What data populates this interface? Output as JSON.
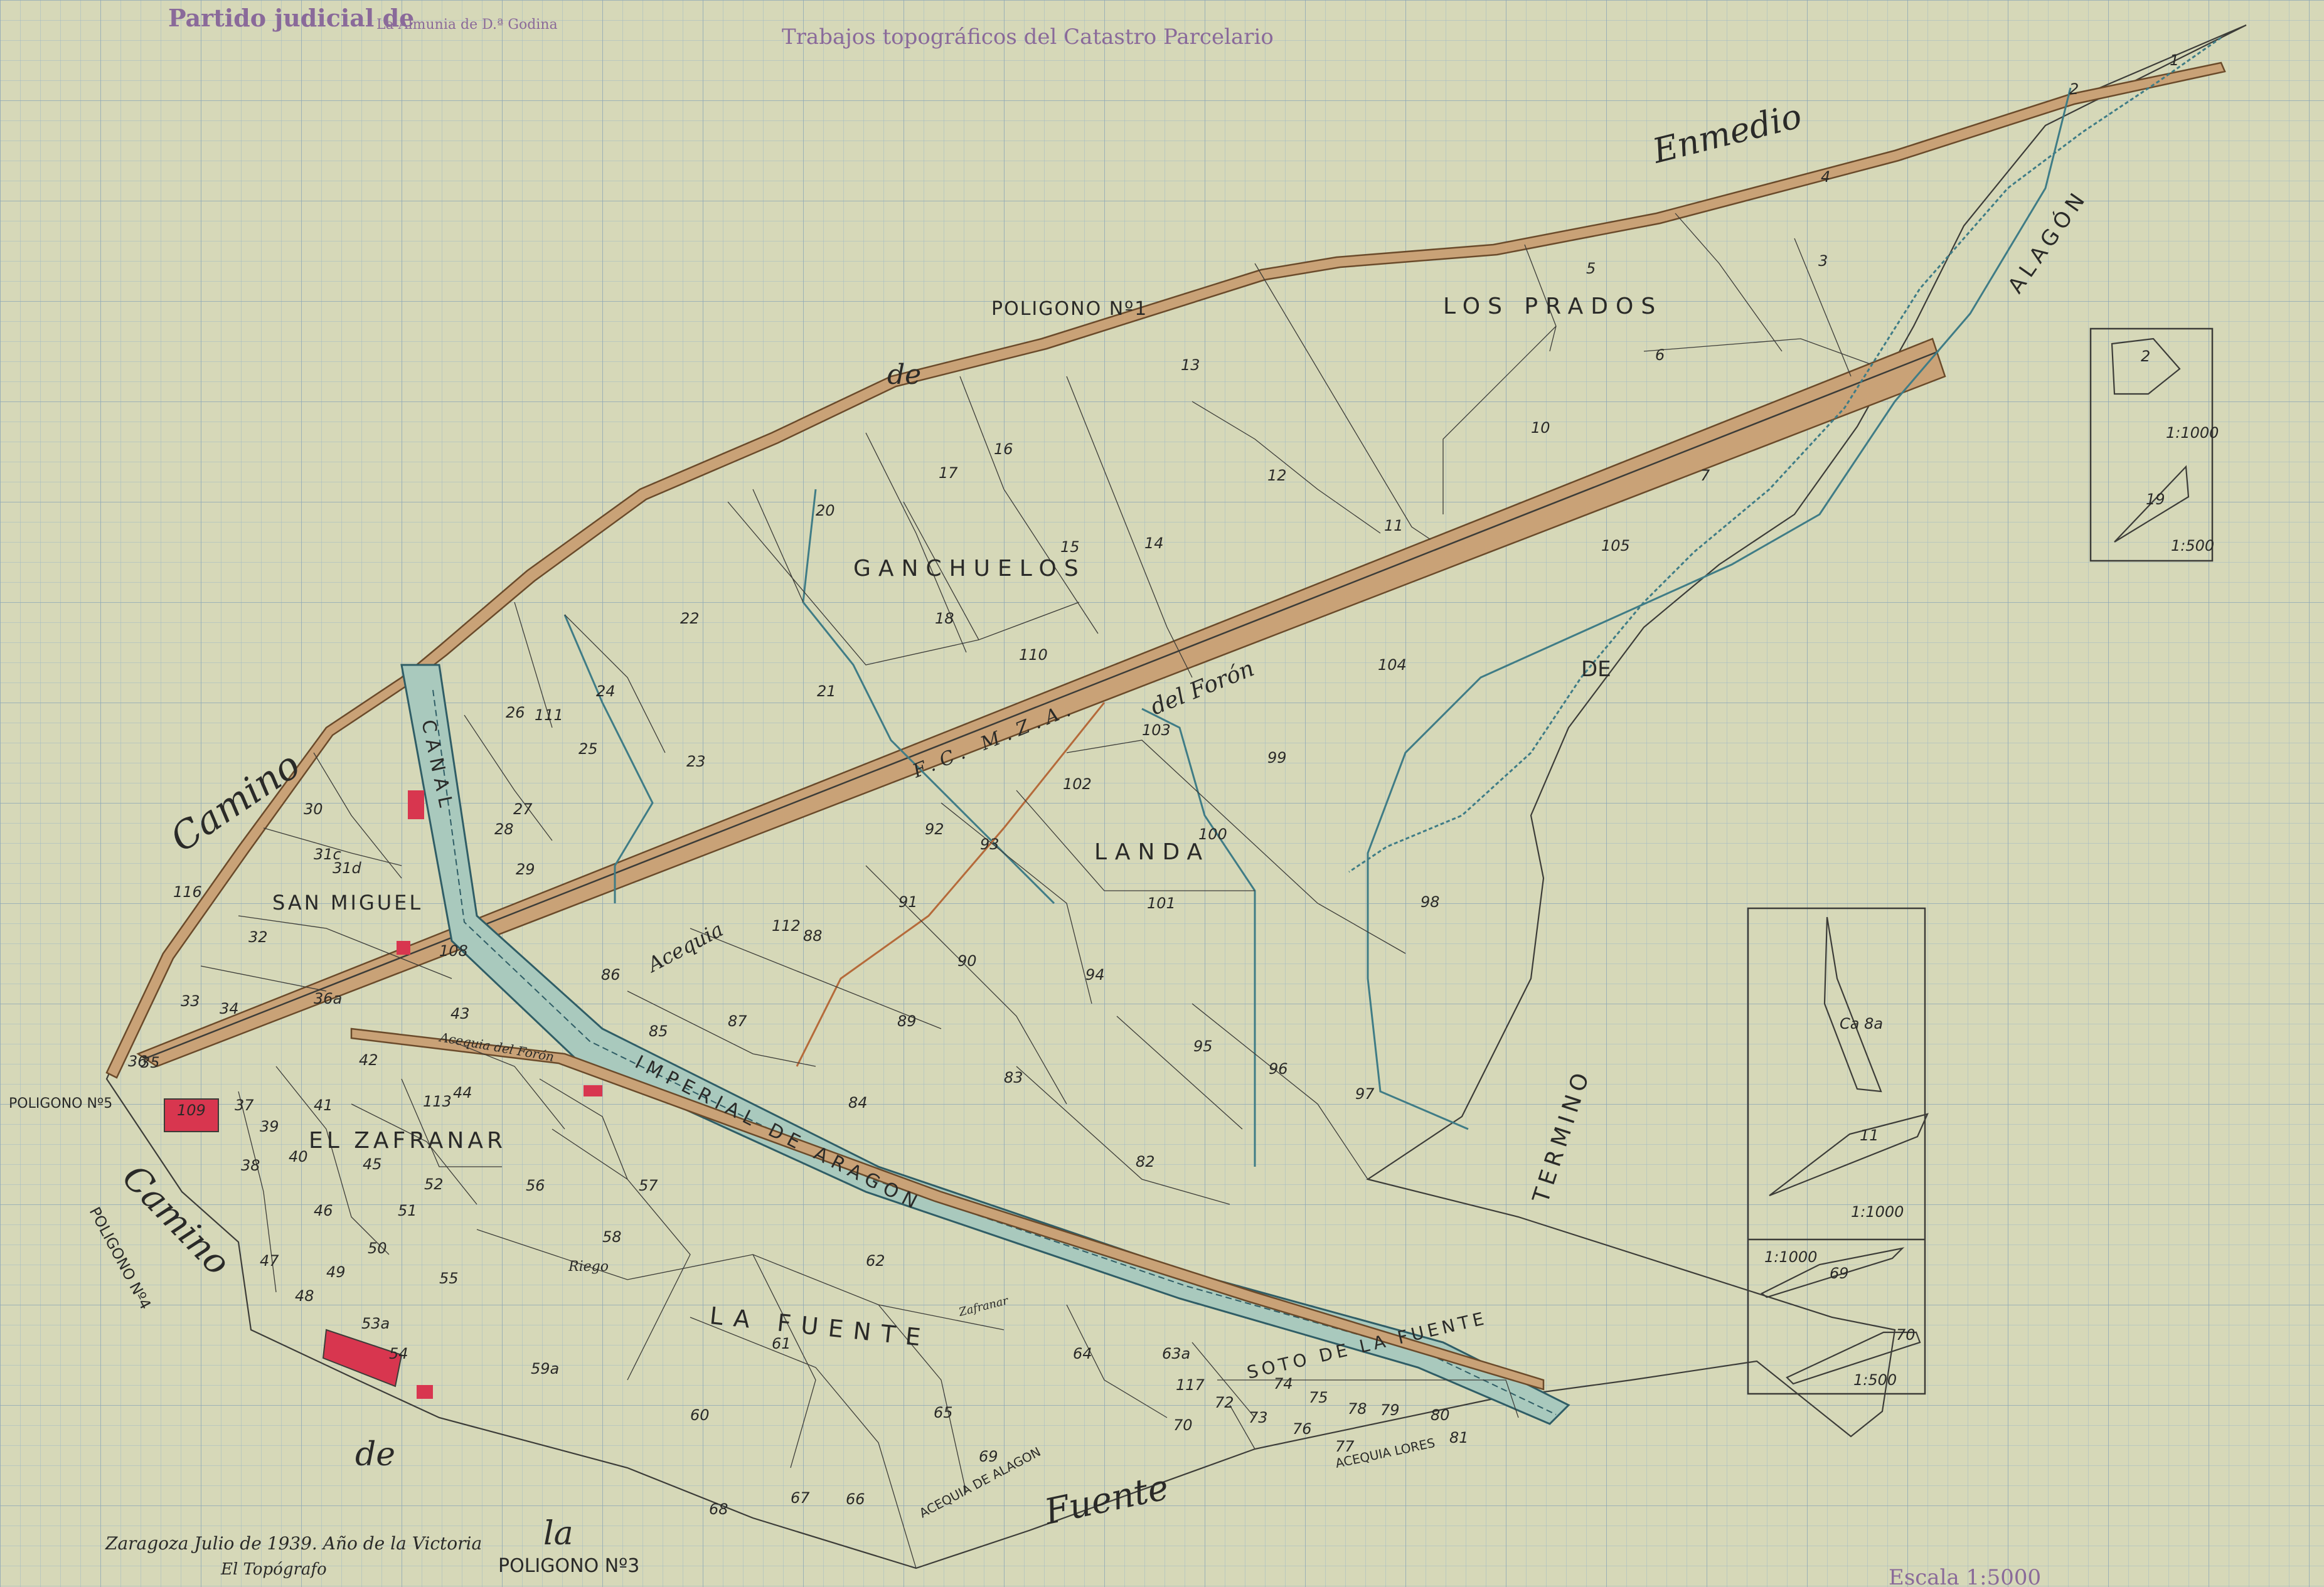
{
  "header": {
    "partido_label": "Partido judicial de",
    "partido_value": "La Almunia de D.ª Godina",
    "trabajos": "Trabajos topográficos del Catastro Parcelario"
  },
  "place_names": {
    "enmedio": "Enmedio",
    "poligono1": "POLIGONO Nº1",
    "de1": "de",
    "los_prados": "LOS PRADOS",
    "alagon": "ALAGÓN",
    "ganchuelos": "GANCHUELOS",
    "camino_top": "Camino",
    "san_miguel": "SAN MIGUEL",
    "canal": "CANAL",
    "imperial": "IMPERIAL DE ARAGON",
    "landa": "LANDA",
    "de2": "DE",
    "termino": "TERMINO",
    "poligono5": "POLIGONO Nº5",
    "camino_left": "Camino",
    "poligono4": "POLIGONO Nº4",
    "el_zafranar": "EL ZAFRANAR",
    "la_fuente": "LA FUENTE",
    "soto_fuente": "SOTO DE LA FUENTE",
    "de3": "de",
    "la": "la",
    "fuente": "Fuente",
    "poligono3": "POLIGONO Nº3",
    "fc_mza": "F.C. M.Z.A.",
    "del_foron": "del Forón",
    "acequia": "Acequia",
    "acequia_foron": "Acequia del Forón",
    "acequia_alagon": "ACEQUIA DE ALAGON",
    "acequia_lores": "ACEQUIA LORES",
    "riego": "Riego",
    "zafranar_small": "Zafranar"
  },
  "parcels": [
    "1",
    "2",
    "3",
    "4",
    "5",
    "6",
    "7",
    "10",
    "11",
    "12",
    "13",
    "14",
    "15",
    "16",
    "17",
    "18",
    "20",
    "21",
    "22",
    "23",
    "24",
    "25",
    "26",
    "27",
    "28",
    "29",
    "30",
    "31c",
    "31d",
    "32",
    "33",
    "34",
    "35",
    "36",
    "36a",
    "37",
    "38",
    "39",
    "40",
    "41",
    "42",
    "43",
    "44",
    "45",
    "46",
    "47",
    "48",
    "49",
    "50",
    "51",
    "52",
    "53a",
    "54",
    "55",
    "56",
    "57",
    "58",
    "59a",
    "60",
    "61",
    "62",
    "63a",
    "64",
    "65",
    "66",
    "67",
    "68",
    "69",
    "70",
    "72",
    "73",
    "74",
    "75",
    "76",
    "77",
    "78",
    "79",
    "80",
    "81",
    "82",
    "83",
    "84",
    "85",
    "86",
    "87",
    "88",
    "89",
    "90",
    "91",
    "92",
    "93",
    "94",
    "95",
    "96",
    "97",
    "98",
    "99",
    "100",
    "101",
    "102",
    "103",
    "104",
    "105",
    "108",
    "109",
    "110",
    "111",
    "112",
    "113",
    "116",
    "117"
  ],
  "insets": {
    "inset1_top": "2",
    "inset1_bottom": "19",
    "inset1_scale_a": "1:1000",
    "inset1_scale_b": "1:500",
    "inset2_a": "Ca 8a",
    "inset2_b": "11",
    "inset2_scale": "1:1000",
    "inset3_a": "69",
    "inset3_b": "70",
    "inset3_scale_a": "1:1000",
    "inset3_scale_b": "1:500"
  },
  "footer": {
    "signature": "Zaragoza Julio de 1939. Año de la Victoria",
    "topografo": "El Topógrafo",
    "scale": "Escala 1:5000"
  },
  "colors": {
    "paper": "#d6d8b8",
    "grid": "#9fb7c4",
    "road": "#c9a277",
    "canal": "#a9c9bd",
    "red": "#d8364f"
  }
}
